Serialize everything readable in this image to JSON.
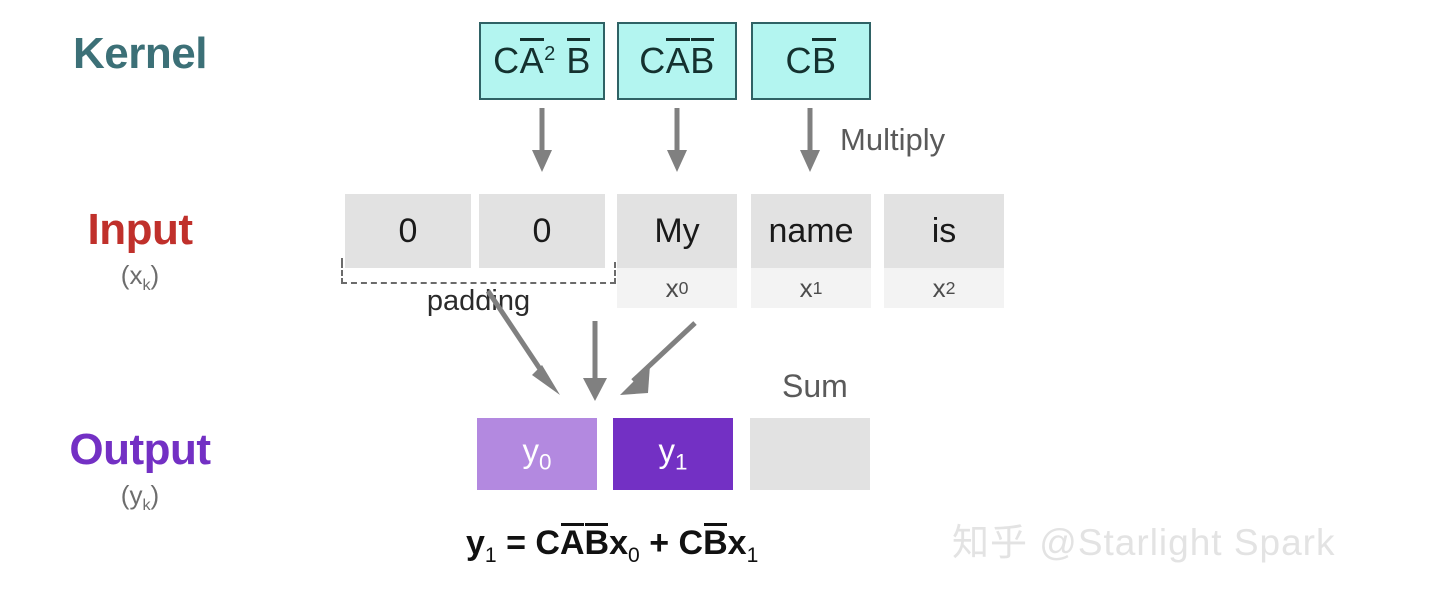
{
  "rows": {
    "kernel": {
      "title": "Kernel"
    },
    "input": {
      "title": "Input",
      "subscript_label": "(x",
      "subscript_k": "k",
      "subscript_close": ")"
    },
    "output": {
      "title": "Output",
      "subscript_label": "(y",
      "subscript_k": "k",
      "subscript_close": ")"
    }
  },
  "kernel": {
    "boxes": [
      {
        "c": "C",
        "a": "A",
        "power": "2",
        "b": "B",
        "text": "CA²B"
      },
      {
        "c": "C",
        "a": "A",
        "power": "",
        "b": "B",
        "text": "CAB"
      },
      {
        "c": "C",
        "a": "",
        "power": "",
        "b": "B",
        "text": "CB"
      }
    ],
    "fill_color": "#b3f5f0",
    "border_color": "#2f6265"
  },
  "annotations": {
    "multiply": "Multiply",
    "sum": "Sum",
    "padding": "padding"
  },
  "input": {
    "cells": [
      {
        "word": "0",
        "index": "",
        "index_sub": "",
        "is_padding": true
      },
      {
        "word": "0",
        "index": "",
        "index_sub": "",
        "is_padding": true
      },
      {
        "word": "My",
        "index": "x",
        "index_sub": "0",
        "is_padding": false
      },
      {
        "word": "name",
        "index": "x",
        "index_sub": "1",
        "is_padding": false
      },
      {
        "word": "is",
        "index": "x",
        "index_sub": "2",
        "is_padding": false
      }
    ]
  },
  "output": {
    "cells": [
      {
        "label": "y",
        "sub": "0",
        "color": "#b389e0",
        "active": false
      },
      {
        "label": "y",
        "sub": "1",
        "color": "#7330c4",
        "active": true
      },
      {
        "label": "",
        "sub": "",
        "color": "#e2e2e2",
        "active": false
      }
    ]
  },
  "equation": {
    "lhs": "y",
    "lhs_sub": "1",
    "eq": "=",
    "term1": {
      "c": "C",
      "a": "A",
      "b": "B",
      "x": "x",
      "x_sub": "0"
    },
    "plus": "+",
    "term2": {
      "c": "C",
      "b": "B",
      "x": "x",
      "x_sub": "1"
    },
    "full_text": "y1 = CABx0 + CBx1"
  },
  "watermark": {
    "text": "知乎 @Starlight Spark"
  },
  "colors": {
    "kernel_text": "#3c7077",
    "input_text": "#c0302b",
    "output_text": "#7330c4",
    "cell_gray": "#e2e2e2",
    "index_gray": "#f3f3f3",
    "arrow_gray": "#808080"
  }
}
